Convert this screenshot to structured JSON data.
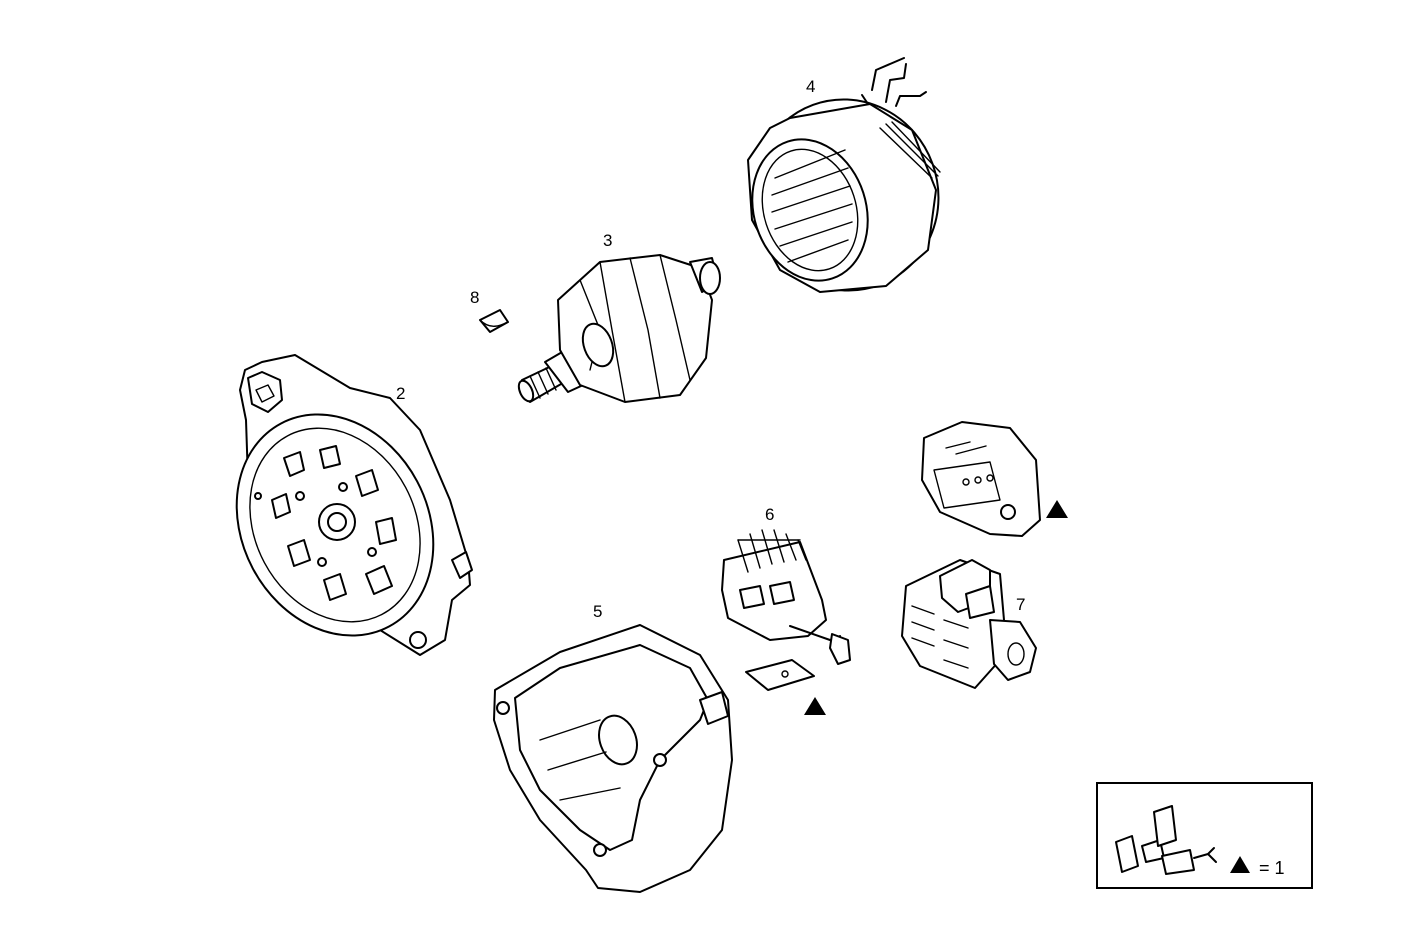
{
  "labels": {
    "l2": "2",
    "l3": "3",
    "l4": "4",
    "l5": "5",
    "l6": "6",
    "l7": "7",
    "l8": "8"
  },
  "legend": {
    "marker_icon": "triangle-icon",
    "equals_text": "= 1"
  }
}
